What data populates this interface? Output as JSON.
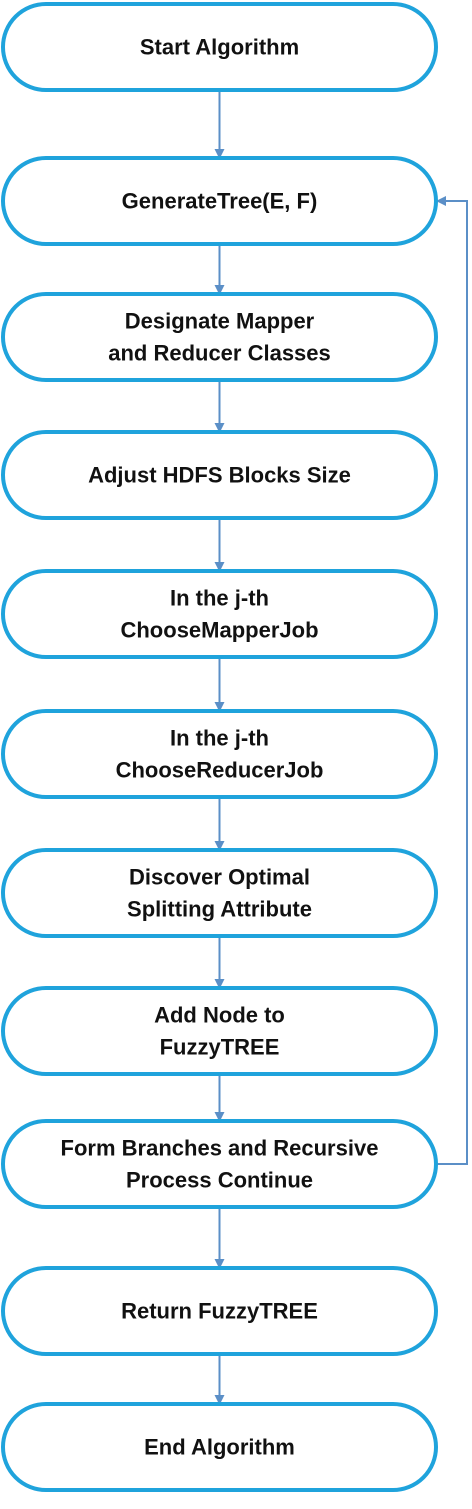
{
  "diagram": {
    "colors": {
      "node_border": "#1fa3dc",
      "node_fill": "#ffffff",
      "arrow": "#5b8fc7",
      "text": "#111111"
    },
    "nodes": [
      {
        "id": "start",
        "lines": [
          "Start Algorithm"
        ]
      },
      {
        "id": "generate-tree",
        "lines": [
          "GenerateTree(E, F)"
        ]
      },
      {
        "id": "designate-classes",
        "lines": [
          "Designate Mapper",
          "and Reducer Classes"
        ]
      },
      {
        "id": "adjust-hdfs",
        "lines": [
          "Adjust HDFS Blocks Size"
        ]
      },
      {
        "id": "choose-mapper-job",
        "lines": [
          "In the j-th",
          "ChooseMapperJob"
        ]
      },
      {
        "id": "choose-reducer-job",
        "lines": [
          "In the j-th",
          "ChooseReducerJob"
        ]
      },
      {
        "id": "discover-attribute",
        "lines": [
          "Discover Optimal",
          "Splitting Attribute"
        ]
      },
      {
        "id": "add-node",
        "lines": [
          "Add Node to",
          "FuzzyTREE"
        ]
      },
      {
        "id": "form-branches",
        "lines": [
          "Form Branches and Recursive",
          "Process Continue"
        ]
      },
      {
        "id": "return-tree",
        "lines": [
          "Return FuzzyTREE"
        ]
      },
      {
        "id": "end",
        "lines": [
          "End Algorithm"
        ]
      }
    ],
    "edges": [
      {
        "from": "start",
        "to": "generate-tree"
      },
      {
        "from": "generate-tree",
        "to": "designate-classes"
      },
      {
        "from": "designate-classes",
        "to": "adjust-hdfs"
      },
      {
        "from": "adjust-hdfs",
        "to": "choose-mapper-job"
      },
      {
        "from": "choose-mapper-job",
        "to": "choose-reducer-job"
      },
      {
        "from": "choose-reducer-job",
        "to": "discover-attribute"
      },
      {
        "from": "discover-attribute",
        "to": "add-node"
      },
      {
        "from": "add-node",
        "to": "form-branches"
      },
      {
        "from": "form-branches",
        "to": "return-tree"
      },
      {
        "from": "return-tree",
        "to": "end"
      },
      {
        "from": "form-branches",
        "to": "generate-tree",
        "loop": true
      }
    ]
  }
}
